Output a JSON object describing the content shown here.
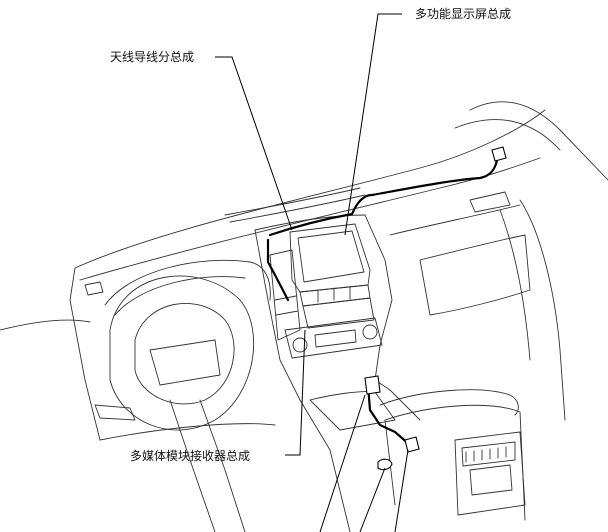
{
  "callouts": {
    "multi_display": "多功能显示屏总成",
    "antenna_cord": "天线导线分总成",
    "multimedia_receiver": "多媒体模块接收器总成"
  },
  "colors": {
    "line": "#222222",
    "harness": "#000000",
    "background": "#ffffff"
  }
}
